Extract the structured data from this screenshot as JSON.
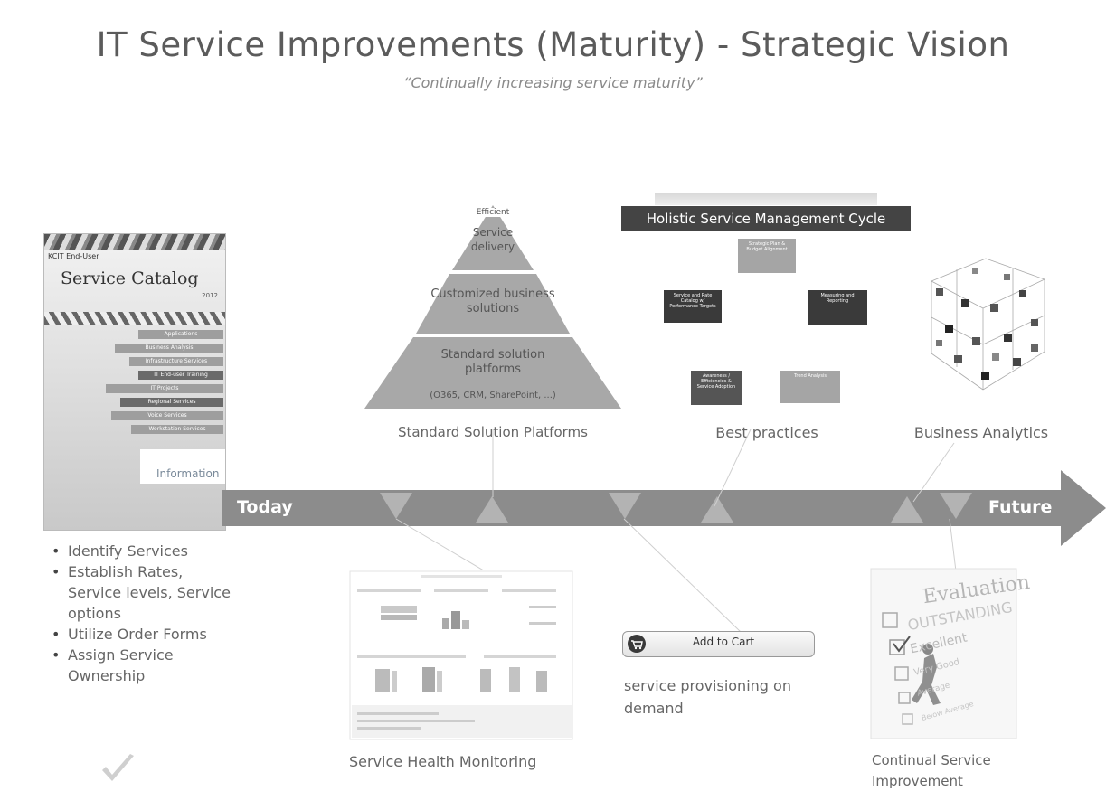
{
  "title": "IT Service Improvements (Maturity) - Strategic Vision",
  "subtitle": "“Continually increasing service maturity”",
  "catalog": {
    "supertitle": "KCIT End-User",
    "title": "Service Catalog",
    "year": "2012",
    "logo": "Information",
    "bars": [
      "Applications",
      "Business Analysis",
      "Infrastructure Services",
      "IT End-user Training",
      "IT Projects",
      "Regional Services",
      "Voice Services",
      "Workstation Services"
    ]
  },
  "bullets": [
    "Identify Services",
    "Establish Rates, Service levels, Service options",
    "Utilize Order Forms",
    "Assign Service Ownership"
  ],
  "pyramid": {
    "top_small": "Efficient",
    "top": "Service delivery",
    "middle": "Customized business solutions",
    "bottom": "Standard solution platforms",
    "bottom_sub": "(O365, CRM, SharePoint, ...)",
    "caption": "Standard Solution Platforms"
  },
  "cycle": {
    "title": "Holistic Service Management Cycle",
    "boxes": [
      "Strategic Plan & Budget Alignment",
      "Service and Rate Catalog w/ Performance Targets",
      "Measuring and Reporting",
      "Awareness / Efficiencies & Service Adoption",
      "Trend Analysis"
    ],
    "caption": "Best practices"
  },
  "analytics": {
    "caption": "Business Analytics"
  },
  "timeline": {
    "start": "Today",
    "end": "Future"
  },
  "monitoring": {
    "caption": "Service Health Monitoring"
  },
  "provisioning": {
    "button": "Add to Cart",
    "caption": "service provisioning on demand"
  },
  "improvement": {
    "caption": "Continual Service Improvement",
    "card_title": "Evaluation",
    "options": [
      "OUTSTANDING",
      "Excellent",
      "Very Good",
      "Average",
      "Below Average"
    ]
  },
  "colors": {
    "arrow": "#8c8c8c",
    "marker": "#b3b3b3",
    "pyramid": "#a8a8a8",
    "dark_box": "#3a3a3a",
    "light_box": "#a5a5a5"
  }
}
